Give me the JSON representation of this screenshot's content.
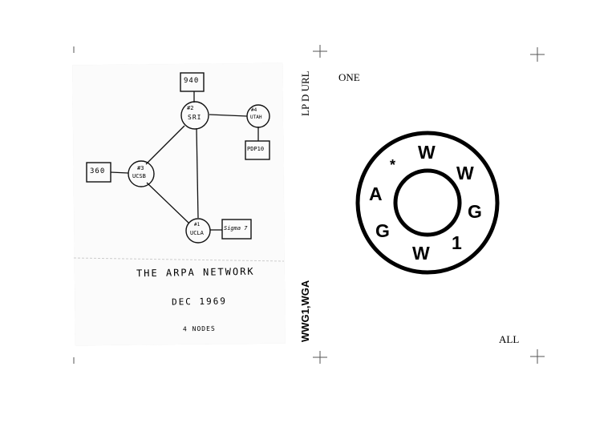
{
  "spine": {
    "top": "LP D URL",
    "bottom": "WWG1,WGA"
  },
  "right_page": {
    "top_word": "ONE",
    "bottom_word": "ALL",
    "ring_letters": [
      "W",
      "W",
      "G",
      "1",
      "W",
      "G",
      "A"
    ],
    "star": "*"
  },
  "arpa_sheet": {
    "nodes": [
      {
        "id": "sri",
        "number": "#2",
        "label": "SRI"
      },
      {
        "id": "utah",
        "number": "#4",
        "label": "UTAH"
      },
      {
        "id": "ucsb",
        "number": "#3",
        "label": "UCSB"
      },
      {
        "id": "ucla",
        "number": "#1",
        "label": "UCLA"
      }
    ],
    "hosts": [
      {
        "id": "940",
        "label": "940"
      },
      {
        "id": "pdp10",
        "label": "PDP10"
      },
      {
        "id": "360",
        "label": "360"
      },
      {
        "id": "sigma7",
        "label": "Sigma 7"
      }
    ],
    "title": "THE ARPA NETWORK",
    "date": "DEC 1969",
    "subtitle": "4 NODES"
  }
}
